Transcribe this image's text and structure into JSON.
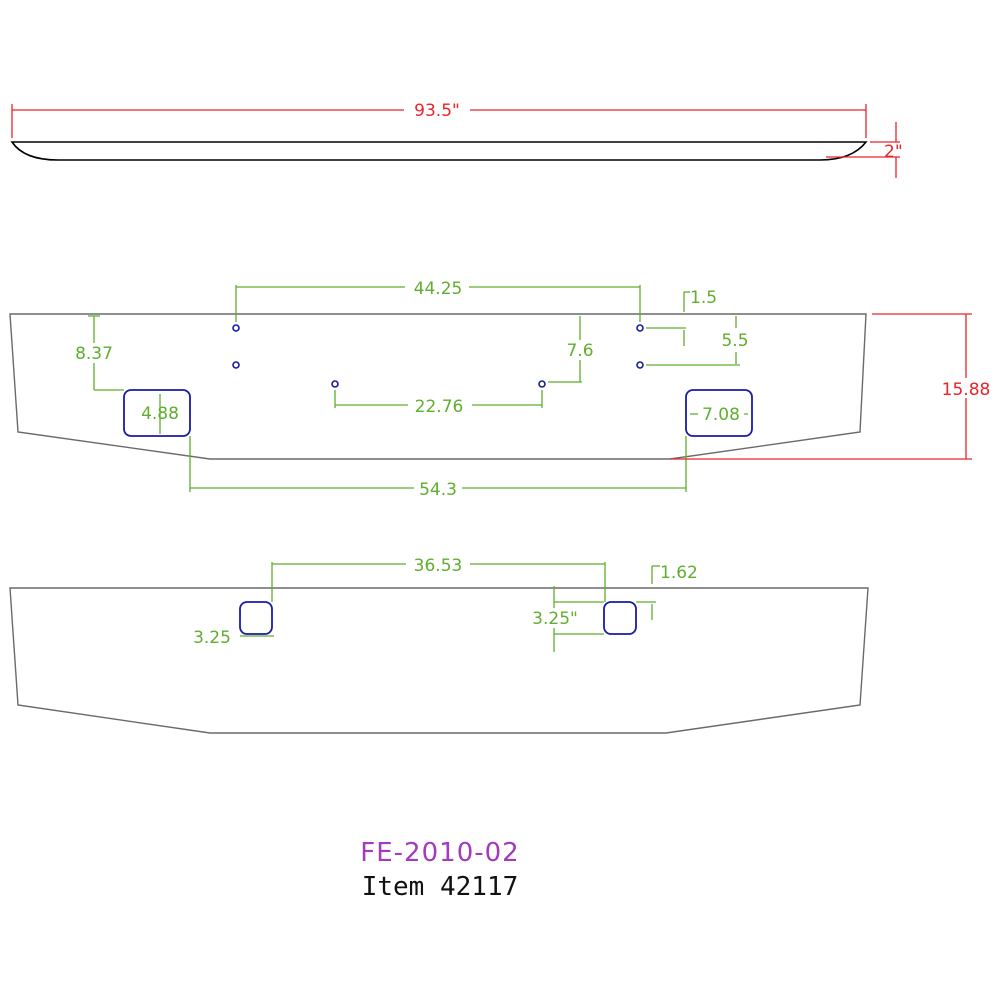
{
  "top_view": {
    "overall_width": "93.5\"",
    "depth": "2\""
  },
  "front_view": {
    "hole_spacing": "44.25",
    "hole_offset_top_right": "1.5",
    "cutout_height_offset": "8.37",
    "hole_vertical_spacing": "7.6",
    "right_hole_spacing": "5.5",
    "height": "15.88",
    "lower_hole_spacing": "22.76",
    "left_cutout_label": "4.88",
    "right_cutout_label": "7.08",
    "cutout_spacing": "54.3"
  },
  "lower_view": {
    "cutout_spacing": "36.53",
    "cutout_offset": "1.62",
    "left_cutout_size": "3.25",
    "right_cutout_size": "3.25\""
  },
  "title_block": {
    "part_number": "FE-2010-02",
    "item": "Item 42117"
  },
  "colors": {
    "outline": "#6a6a6a",
    "dimension_red": "#e8242a",
    "dimension_green": "#5fae2e",
    "holes": "#1a1aa8",
    "part_number": "#a23bbd"
  }
}
